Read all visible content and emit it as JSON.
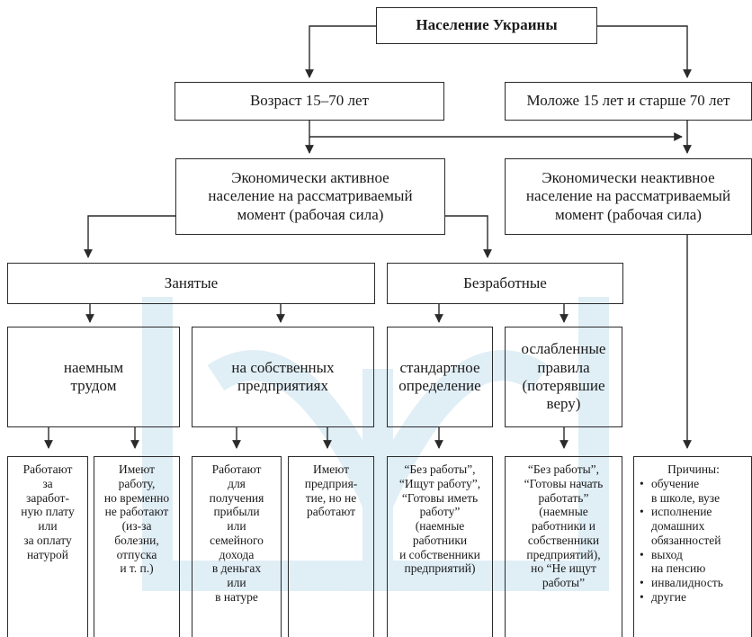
{
  "root": "Население Украины",
  "age_working": "Возраст 15–70 лет",
  "age_other": "Моложе 15 лет и старше 70 лет",
  "active": [
    "Экономически активное",
    "население на рассматриваемый",
    "момент (рабочая сила)"
  ],
  "inactive": [
    "Экономически неактивное",
    "население на рассматриваемый",
    "момент (рабочая сила)"
  ],
  "employed": "Занятые",
  "unemployed": "Безработные",
  "hired": [
    "наемным",
    "трудом"
  ],
  "self_employed": [
    "на собственных",
    "предприятиях"
  ],
  "standard": [
    "стандартное",
    "определение"
  ],
  "relaxed": [
    "ослабленные",
    "правила",
    "(потерявшие",
    "веру)"
  ],
  "leaf_wage": [
    "Работают",
    "за",
    "заработ-",
    "ную плату",
    "или",
    "за оплату",
    "натурой"
  ],
  "leaf_temp": [
    "Имеют",
    "работу,",
    "но временно",
    "не работают",
    "(из-за",
    "болезни,",
    "отпуска",
    "и т. п.)"
  ],
  "leaf_profit": [
    "Работают",
    "для",
    "получения",
    "прибыли",
    "или",
    "семейного",
    "дохода",
    "в деньгах",
    "или",
    "в натуре"
  ],
  "leaf_owner": [
    "Имеют",
    "предприя-",
    "тие, но не",
    "работают"
  ],
  "leaf_std": [
    "“Без работы”,",
    "“Ищут работу”,",
    "“Готовы иметь",
    "работу”",
    "(наемные",
    "работники",
    "и собственники",
    "предприятий)"
  ],
  "leaf_relaxed": [
    "“Без работы”,",
    "“Готовы начать",
    "работать”",
    "(наемные",
    "работники и",
    "собственники",
    "предприятий),",
    "но “Не ищут",
    "работы”"
  ],
  "reasons_title": "Причины:",
  "reasons": [
    "обучение",
    "в школе, вузе",
    "исполнение",
    "домашних",
    "обязанностей",
    "выход",
    "на пенсию",
    "инвалидность",
    "другие"
  ],
  "colors": {
    "line": "#2a2a2a",
    "watermark": "#b9d8ea"
  }
}
